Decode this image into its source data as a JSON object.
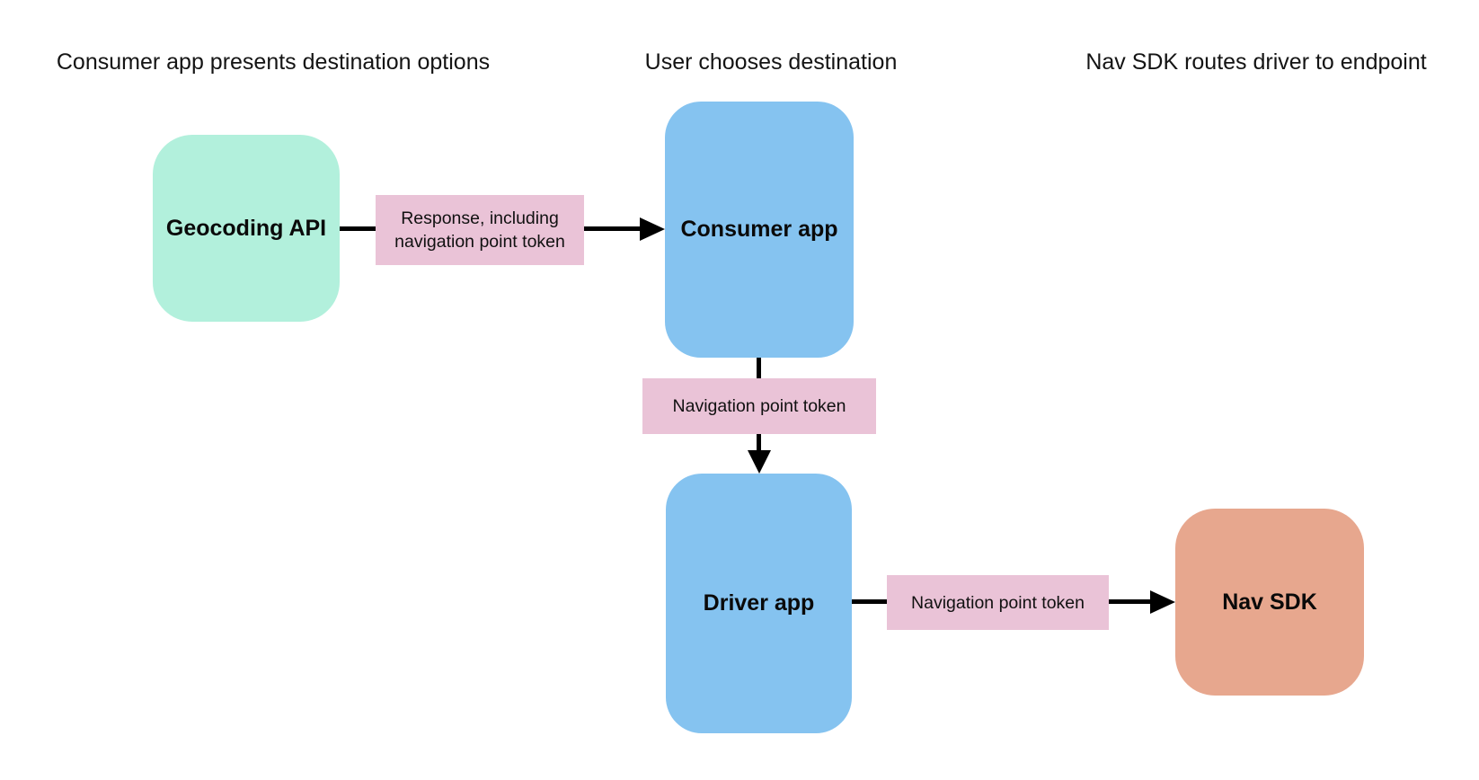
{
  "column_headers": [
    "Consumer app presents destination options",
    "User chooses destination",
    "Nav SDK routes driver to endpoint"
  ],
  "nodes": {
    "geocoding_api": {
      "label": "Geocoding API",
      "color": "#B2F0DC"
    },
    "consumer_app": {
      "label": "Consumer app",
      "color": "#85C3F0"
    },
    "driver_app": {
      "label": "Driver app",
      "color": "#85C3F0"
    },
    "nav_sdk": {
      "label": "Nav SDK",
      "color": "#E7A78E"
    }
  },
  "edges": [
    {
      "from": "Geocoding API",
      "to": "Consumer app",
      "label": "Response, including navigation point token"
    },
    {
      "from": "Consumer app",
      "to": "Driver app",
      "label": "Navigation point token"
    },
    {
      "from": "Driver app",
      "to": "Nav SDK",
      "label": "Navigation point token"
    }
  ],
  "colors": {
    "edge_label_bg": "#EAC3D7",
    "line": "#000000",
    "background": "#FFFFFF",
    "text": "#141414"
  }
}
